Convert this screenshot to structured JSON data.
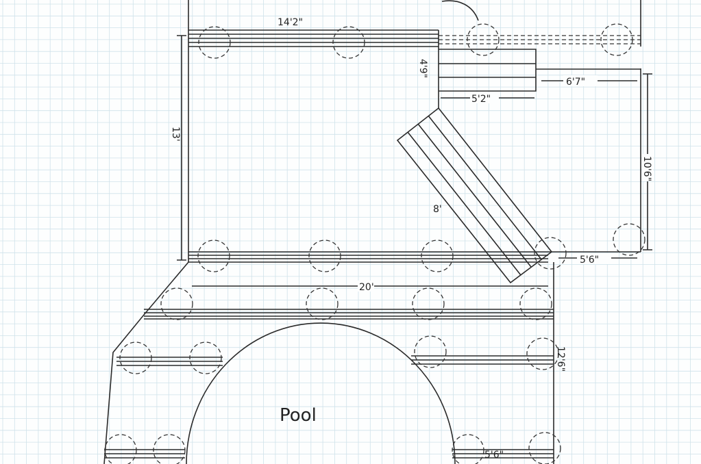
{
  "diagram": {
    "labels": {
      "top_width": "14'2\"",
      "step_height": "4'9\"",
      "step_width": "5'2\"",
      "right_offset": "6'7\"",
      "left_height": "13'",
      "right_height": "10'6\"",
      "stair_length": "8'",
      "middle_width": "20'",
      "corner_offset": "5'6\"",
      "lower_right_height": "12'6\"",
      "bottom_label": "5'6\"",
      "pool": "Pool"
    },
    "colors": {
      "grid": "#cfe2ea",
      "ink": "#2a2a2a"
    }
  }
}
